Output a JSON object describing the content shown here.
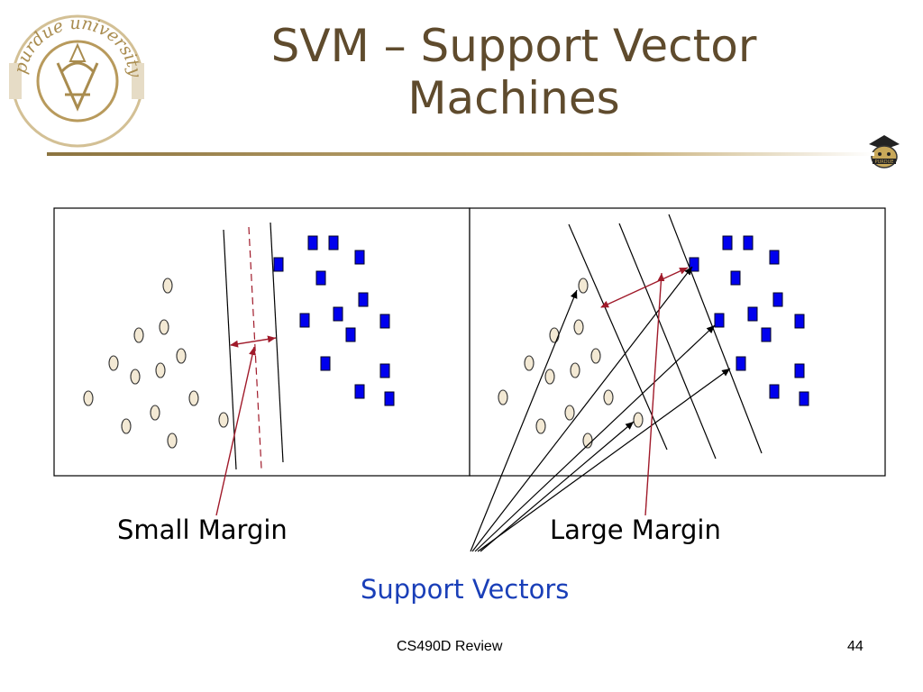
{
  "slide": {
    "title_line1": "SVM – Support Vector",
    "title_line2": "Machines",
    "footer_center": "CS490D Review",
    "page_number": "44"
  },
  "logo": {
    "seal_text": "purdue university",
    "mascot_text": "PURDUE"
  },
  "diagram": {
    "label_small_margin": "Small Margin",
    "label_large_margin": "Large Margin",
    "label_support_vectors": "Support Vectors",
    "colors": {
      "square_fill": "#0000ee",
      "circle_fill": "#f3e9d4",
      "margin_arrow": "#a01a2a",
      "support_vectors_text": "#1a3fb8",
      "title": "#5f4b2d"
    }
  }
}
